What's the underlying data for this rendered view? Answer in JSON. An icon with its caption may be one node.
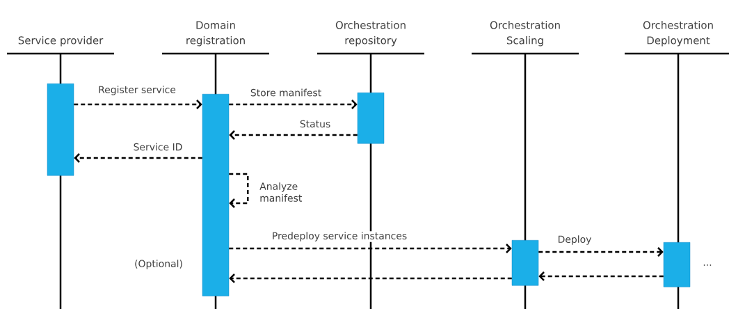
{
  "diagram": {
    "nodes": [
      {
        "text": [
          "Service provider"
        ]
      },
      {
        "text": [
          "Domain registration"
        ]
      },
      {
        "text": [
          "Orchestration repository"
        ]
      },
      {
        "text": [
          "Orchestration Scaling"
        ]
      },
      {
        "text": [
          "Orchestration Deployment"
        ]
      },
      {
        "text": [],
        "shape": "bar"
      },
      {
        "text": [],
        "shape": "bar"
      },
      {
        "text": [],
        "shape": "bar"
      },
      {
        "text": [],
        "shape": "bar"
      },
      {
        "text": [],
        "shape": "bar"
      }
    ],
    "edges": [
      {
        "from": 5,
        "to": 6,
        "arrow": "to",
        "label": "Register service",
        "style": "dashed"
      },
      {
        "from": 6,
        "to": 7,
        "arrow": "to",
        "label": "Store manifest",
        "style": "dashed"
      },
      {
        "from": 7,
        "to": 6,
        "arrow": "to",
        "label": "Status",
        "style": "dashed"
      },
      {
        "from": 6,
        "to": 5,
        "arrow": "to",
        "label": "Service ID",
        "style": "dashed"
      },
      {
        "from": 6,
        "to": 6,
        "arrow": "to",
        "label": "Analyze manifest",
        "style": "dashed"
      },
      {
        "from": 6,
        "to": 8,
        "arrow": "to",
        "label": "Predeploy service instances",
        "style": "dashed"
      },
      {
        "from": 8,
        "to": 9,
        "arrow": "to",
        "label": "Deploy",
        "style": "dashed"
      },
      {
        "from": 9,
        "to": 8,
        "arrow": "to",
        "style": "dashed"
      },
      {
        "from": 8,
        "to": 6,
        "arrow": "to",
        "style": "dashed"
      }
    ],
    "labels": [
      "(Optional)",
      "..."
    ]
  }
}
